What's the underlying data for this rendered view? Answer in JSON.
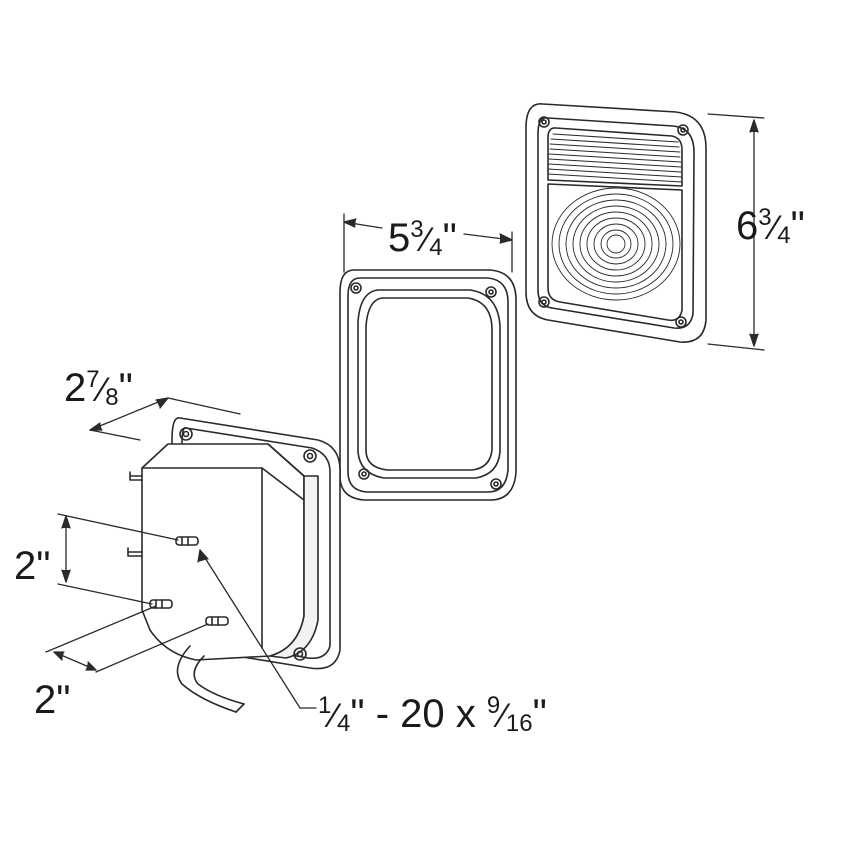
{
  "diagram": {
    "dimensions": {
      "lens_height": {
        "whole": "6",
        "num": "3",
        "den": "4",
        "unit": "\""
      },
      "gasket_width": {
        "whole": "5",
        "num": "3",
        "den": "4",
        "unit": "\""
      },
      "housing_depth": {
        "whole": "2",
        "num": "7",
        "den": "8",
        "unit": "\""
      },
      "stud_vertical_spacing": "2\"",
      "stud_horizontal_spacing": "2\"",
      "stud_spec": {
        "dia_num": "1",
        "dia_den": "4",
        "unit": "\"",
        "mid": " - 20 x ",
        "len_num": "9",
        "len_den": "16",
        "len_unit": "\""
      }
    },
    "colors": {
      "line": "#2a2a2a",
      "fill": "#ffffff",
      "shade": "#f2f2f2"
    }
  }
}
